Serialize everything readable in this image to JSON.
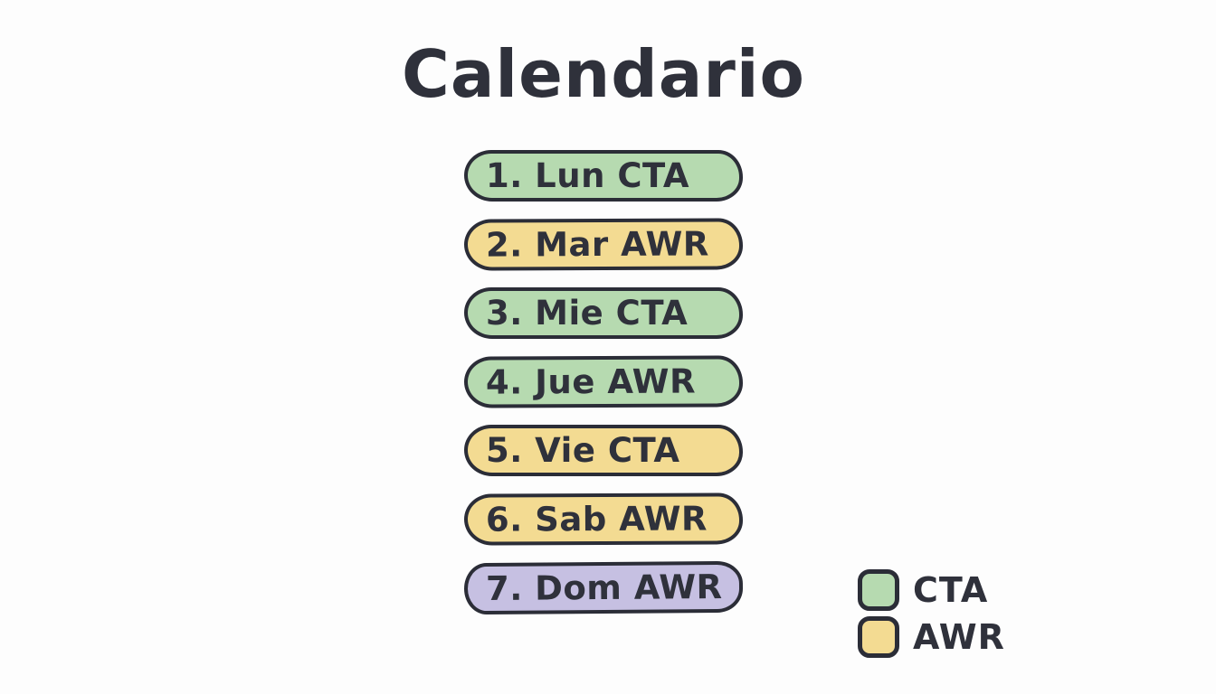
{
  "page": {
    "title": "Calendario",
    "background": "#fdfdfd",
    "ink_color": "#2f313b"
  },
  "colors": {
    "green": "#b6dab0",
    "yellow": "#f3db92",
    "purple": "#c6c0e2"
  },
  "calendar": {
    "items": [
      {
        "label": "1. Lun CTA",
        "day_number": "1",
        "day": "Lun",
        "code": "CTA",
        "color_key": "green"
      },
      {
        "label": "2. Mar AWR",
        "day_number": "2",
        "day": "Mar",
        "code": "AWR",
        "color_key": "yellow"
      },
      {
        "label": "3. Mie CTA",
        "day_number": "3",
        "day": "Mie",
        "code": "CTA",
        "color_key": "green"
      },
      {
        "label": "4. Jue AWR",
        "day_number": "4",
        "day": "Jue",
        "code": "AWR",
        "color_key": "green"
      },
      {
        "label": "5. Vie CTA",
        "day_number": "5",
        "day": "Vie",
        "code": "CTA",
        "color_key": "yellow"
      },
      {
        "label": "6. Sab AWR",
        "day_number": "6",
        "day": "Sab",
        "code": "AWR",
        "color_key": "yellow"
      },
      {
        "label": "7. Dom AWR",
        "day_number": "7",
        "day": "Dom",
        "code": "AWR",
        "color_key": "purple"
      }
    ]
  },
  "legend": {
    "items": [
      {
        "label": "CTA",
        "color_key": "green"
      },
      {
        "label": "AWR",
        "color_key": "yellow"
      }
    ]
  }
}
